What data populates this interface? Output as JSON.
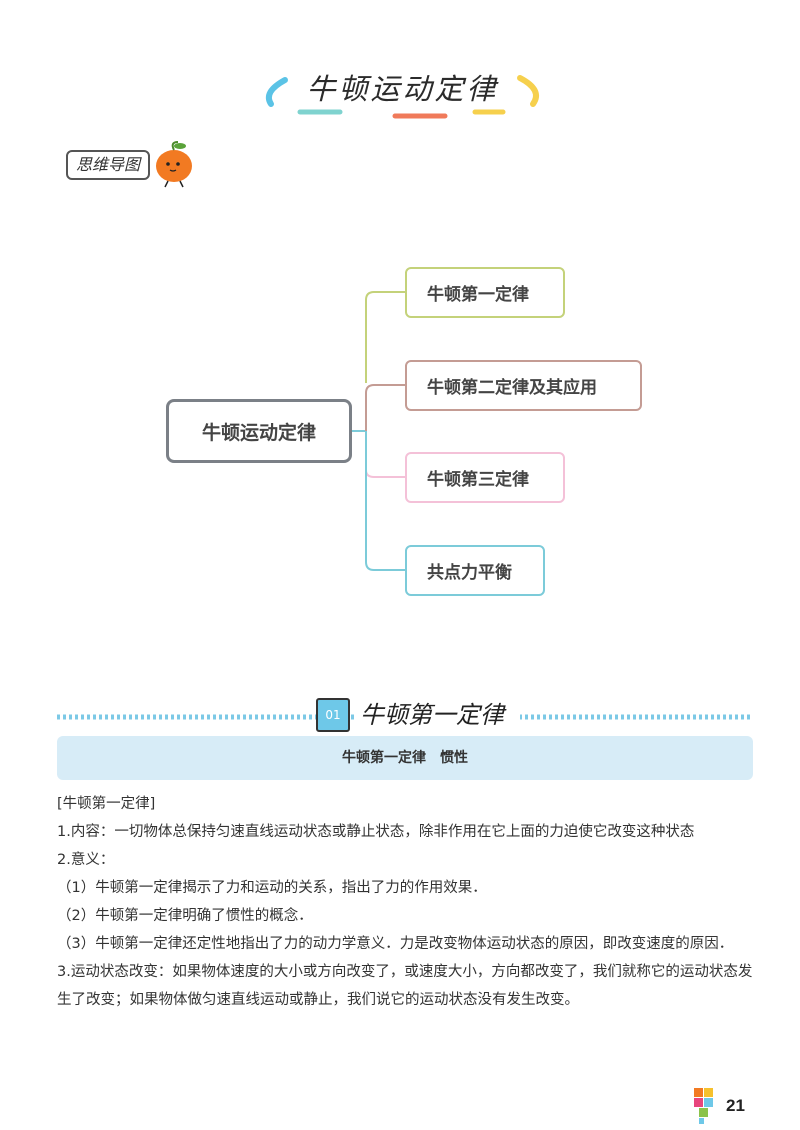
{
  "header": {
    "title": "牛顿运动定律",
    "mind_map_label": "思维导图"
  },
  "mind_map": {
    "root": "牛顿运动定律",
    "branches": [
      {
        "label": "牛顿第一定律",
        "color": "#c4d27a"
      },
      {
        "label": "牛顿第二定律及其应用",
        "color": "#c49c94"
      },
      {
        "label": "牛顿第三定律",
        "color": "#f4c1d8"
      },
      {
        "label": "共点力平衡",
        "color": "#7ccbd9"
      }
    ]
  },
  "section": {
    "number": "01",
    "title": "牛顿第一定律",
    "topic_bar": "牛顿第一定律　惯性"
  },
  "body": {
    "subsection_label": "[牛顿第一定律]",
    "lines": [
      "1.内容：一切物体总保持匀速直线运动状态或静止状态，除非作用在它上面的力迫使它改变这种状态",
      "2.意义：",
      "（1）牛顿第一定律揭示了力和运动的关系，指出了力的作用效果．",
      "（2）牛顿第一定律明确了惯性的概念．",
      "（3）牛顿第一定律还定性地指出了力的动力学意义．力是改变物体运动状态的原因，即改变速度的原因．",
      "3.运动状态改变：如果物体速度的大小或方向改变了，或速度大小，方向都改变了，我们就称它的运动状态发生了改变；如果物体做匀速直线运动或静止，我们说它的运动状态没有发生改变。"
    ]
  },
  "footer": {
    "page_number": "21"
  },
  "colors": {
    "accent_blue": "#6ec8e8",
    "topic_bar_bg": "#d7ecf7",
    "subsection_blue": "#2f91c9"
  }
}
